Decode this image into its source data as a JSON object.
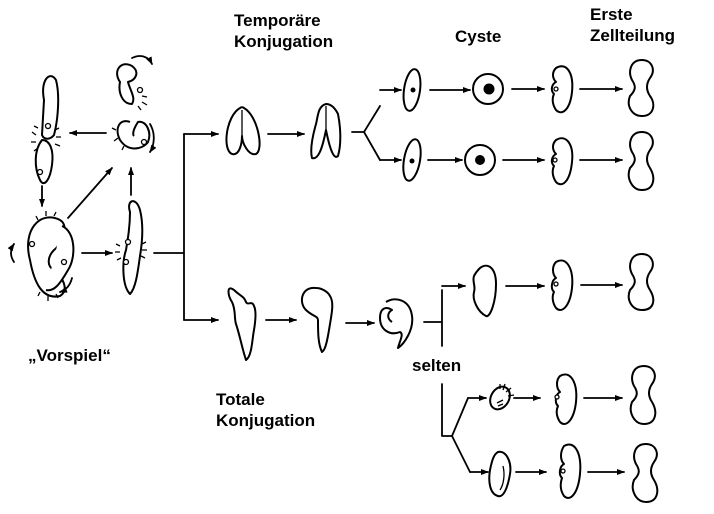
{
  "diagram": {
    "title_labels": {
      "temporary": [
        "Temporäre",
        "Konjugation"
      ],
      "cyst": "Cyste",
      "first_division": [
        "Erste",
        "Zellteilung"
      ],
      "prelude": "„Vorspiel“",
      "total": [
        "Totale",
        "Konjugation"
      ],
      "rare": "selten"
    },
    "stages": {
      "prelude_cycle": [
        "paired-cells",
        "circling-cells",
        "rotating-pair",
        "aligned-pair"
      ],
      "temporary_path": [
        "fused-pair",
        "separating-pair",
        "split",
        "exconjugant",
        "cyst",
        "excysted-cell",
        "dividing-cell"
      ],
      "total_path": [
        "fusing-cell",
        "merged-cell",
        "rounded-zygote",
        "split",
        "cell",
        "cell",
        "dividing-cell"
      ]
    },
    "colors": {
      "ink": "#000000",
      "background": "#ffffff"
    }
  }
}
